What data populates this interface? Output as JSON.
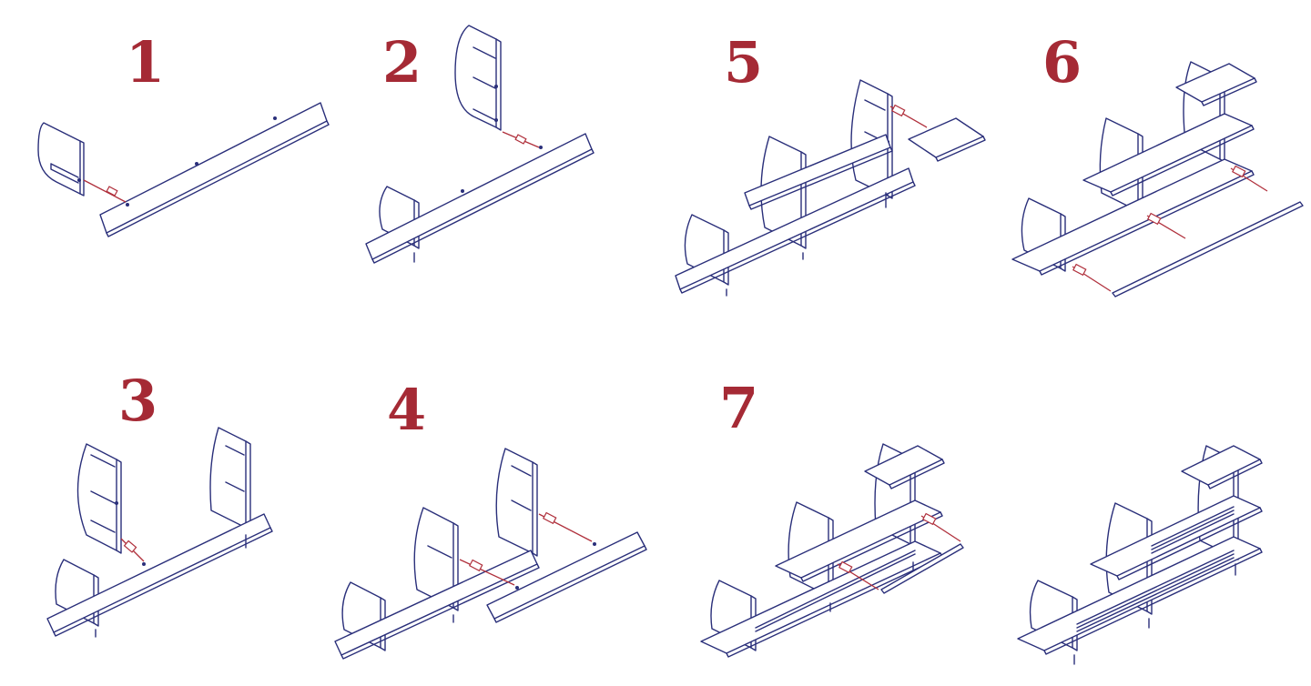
{
  "steps": [
    {
      "label": "1"
    },
    {
      "label": "2"
    },
    {
      "label": "5"
    },
    {
      "label": "6"
    },
    {
      "label": "3"
    },
    {
      "label": "4"
    },
    {
      "label": "7"
    }
  ],
  "colors": {
    "step_number": "#a52a35",
    "line_ink": "#2a2f7a",
    "arrow": "#b0303c",
    "background": "#ffffff"
  }
}
